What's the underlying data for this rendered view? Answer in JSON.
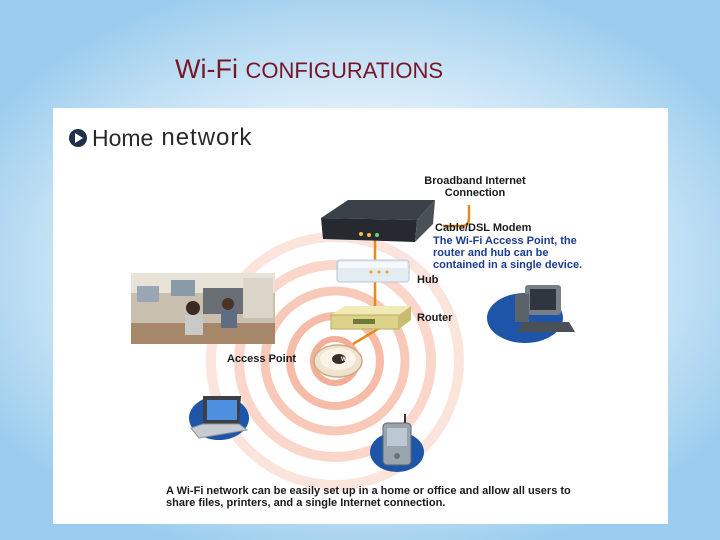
{
  "slide": {
    "title_main": "Wi-Fi",
    "title_rest": "CONFIGURATIONS"
  },
  "diagram": {
    "heading_home": "Home",
    "heading_network": "network",
    "broadband_label": [
      "Broadband Internet",
      "Connection"
    ],
    "modem_label": "Cable/DSL Modem",
    "modem_note": [
      "The Wi-Fi Access Point, the",
      "router and hub can be",
      "contained in a single device."
    ],
    "hub_label": "Hub",
    "router_label": "Router",
    "access_point_label": "Access Point",
    "ap_badge": "Wi-Fi",
    "caption": "A Wi-Fi network can be easily set up in a home or office and allow all users to share files, printers, and a single Internet connection.",
    "colors": {
      "title": "#7a1526",
      "cable": "#e58a1f",
      "waves": "#f3a58b",
      "note_text": "#1b3c8f"
    },
    "icons": [
      "office-photo",
      "modem-icon",
      "hub-icon",
      "router-icon",
      "access-point-icon",
      "desktop-computer-icon",
      "laptop-icon",
      "handheld-pda-icon"
    ]
  }
}
